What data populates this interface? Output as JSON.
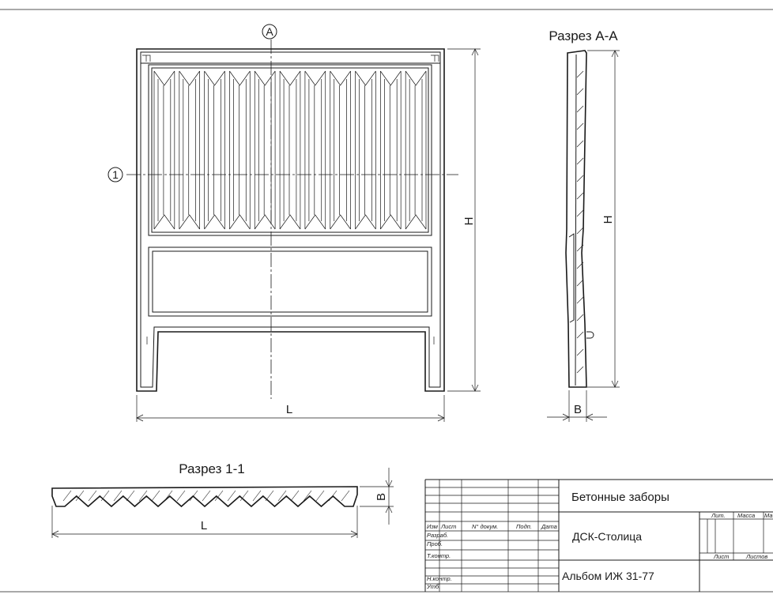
{
  "views": {
    "section_aa_title": "Разрез А-А",
    "section_11_title": "Разрез 1-1"
  },
  "markers": {
    "axis_a": "A",
    "axis_1": "1"
  },
  "dimensions": {
    "height": "H",
    "length": "L",
    "thickness": "B"
  },
  "title_block": {
    "name": "Бетонные заборы",
    "company": "ДСК-Столица",
    "album": "Альбом ИЖ 31-77",
    "columns": [
      "Изм",
      "Лист",
      "N° докум.",
      "Подп.",
      "Дата"
    ],
    "rows": [
      "Разраб.",
      "Проб.",
      "Т.контр.",
      "Н.контр.",
      "Утб."
    ],
    "right_headers": [
      "Лит.",
      "Масса",
      "Ма"
    ],
    "sheet_labels": [
      "Лист",
      "Листов"
    ]
  }
}
